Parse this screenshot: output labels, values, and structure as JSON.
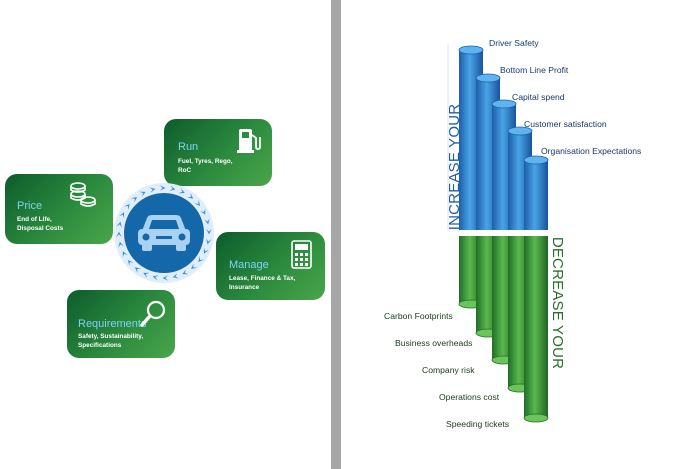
{
  "hub": {
    "icon": "car-icon"
  },
  "cards": {
    "run": {
      "title": "Run",
      "lines": [
        "Fuel, Tyres, Rego,",
        "RoC"
      ],
      "icon": "fuel-pump-icon"
    },
    "price": {
      "title": "Price",
      "lines": [
        "End of Life,",
        "Disposal Costs"
      ],
      "icon": "coins-icon"
    },
    "manage": {
      "title": "Manage",
      "lines": [
        "Lease, Finance & Tax,",
        "Insurance"
      ],
      "icon": "calculator-icon"
    },
    "requirements": {
      "title": "Requirements",
      "lines": [
        "Safety, Sustainability,",
        "Specifications"
      ],
      "icon": "magnifier-icon"
    }
  },
  "increase": {
    "heading": "INCREASE YOUR",
    "items": [
      "Driver Safety",
      "Bottom Line Profit",
      "Capital spend",
      "Customer satisfaction",
      "Organisation Expectations"
    ]
  },
  "decrease": {
    "heading": "DECREASE YOUR",
    "items": [
      "Carbon Footprints",
      "Business overheads",
      "Company risk",
      "Operations cost",
      "Speeding tickets"
    ]
  },
  "colors": {
    "card_green": "#2b8a3e",
    "card_title_blue": "#7ed3f3",
    "hub_blue": "#1467a8",
    "bar_blue": "#2a78c6",
    "bar_green": "#3f9a3a",
    "divider_gray": "#a7a7a7"
  }
}
